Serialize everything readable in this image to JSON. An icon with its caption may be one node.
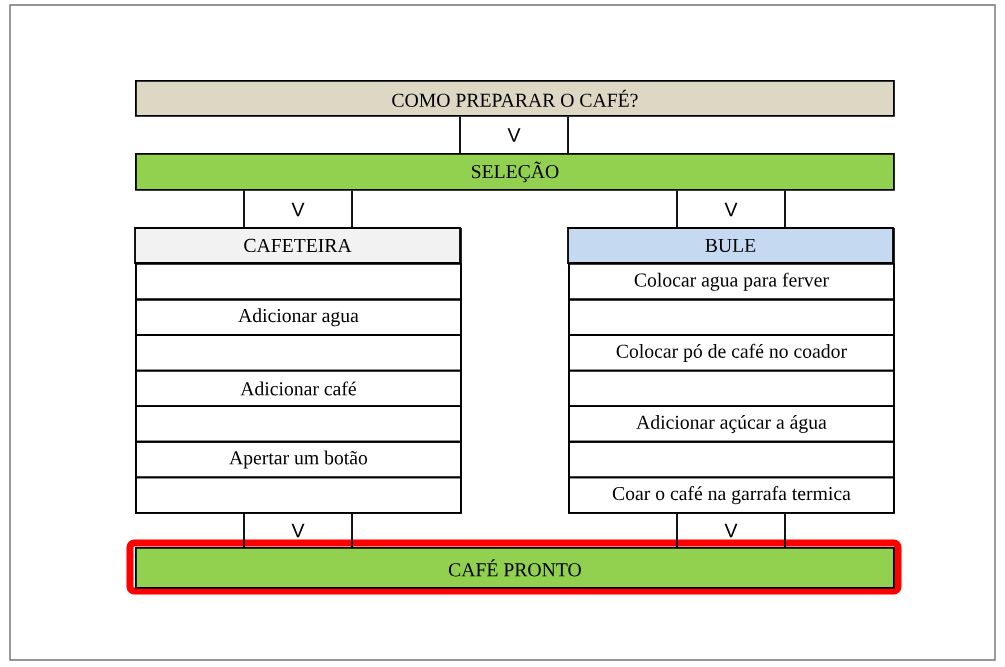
{
  "diagram": {
    "nodes": [
      {
        "text": [
          "COMO PREPARAR O CAFÉ?"
        ]
      },
      {
        "text": [
          "SELEÇÃO"
        ]
      },
      {
        "text": [
          "CAFETEIRA"
        ]
      },
      {
        "text": [],
        "shape": "box",
        "in": 2
      },
      {
        "text": [
          "Adicionar agua"
        ],
        "in": 2
      },
      {
        "text": [],
        "shape": "box",
        "in": 2
      },
      {
        "text": [
          "Adicionar café"
        ],
        "in": 2
      },
      {
        "text": [],
        "shape": "box",
        "in": 2
      },
      {
        "text": [
          "Apertar um botão"
        ],
        "in": 2
      },
      {
        "text": [],
        "shape": "box",
        "in": 2
      },
      {
        "text": [
          "BULE"
        ]
      },
      {
        "text": [
          "Colocar agua para ferver"
        ],
        "in": 10
      },
      {
        "text": [],
        "shape": "box",
        "in": 10
      },
      {
        "text": [
          "Colocar pó de café no coador"
        ],
        "in": 10
      },
      {
        "text": [],
        "shape": "box",
        "in": 10
      },
      {
        "text": [
          "Adicionar açúcar a água"
        ],
        "in": 10
      },
      {
        "text": [],
        "shape": "box",
        "in": 10
      },
      {
        "text": [
          "Coar o café na garrafa termica"
        ],
        "in": 10
      },
      {
        "text": [
          "CAFÉ PRONTO"
        ]
      }
    ],
    "edges": [
      {
        "from": 0,
        "to": 1,
        "arrow": "none",
        "label": "V"
      },
      {
        "from": 1,
        "to": 2,
        "arrow": "none",
        "label": "V"
      },
      {
        "from": 1,
        "to": 10,
        "arrow": "none",
        "label": "V"
      },
      {
        "from": 9,
        "to": 18,
        "arrow": "none",
        "label": "V"
      },
      {
        "from": 17,
        "to": 18,
        "arrow": "none",
        "label": "V"
      }
    ]
  }
}
